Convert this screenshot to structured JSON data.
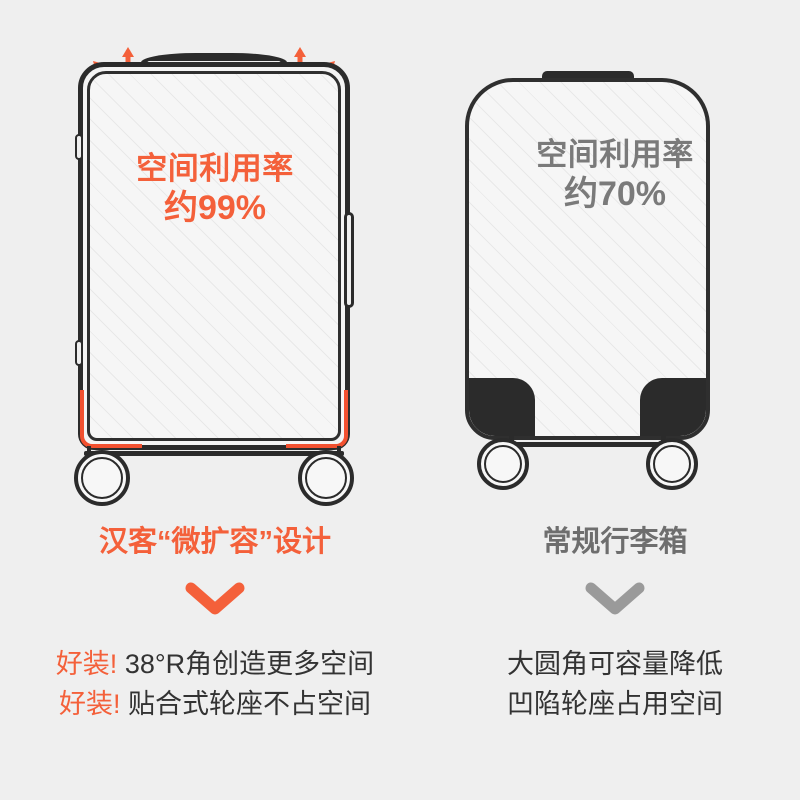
{
  "theme": {
    "background": "#efefef",
    "accent_orange": "#f4603a",
    "accent_red": "#f1502f",
    "dark": "#2b2b2b",
    "gray_text": "#6e6e6e",
    "body_text": "#333333"
  },
  "left": {
    "product_label_line1": "空间利用率",
    "product_label_line2": "约99%",
    "caption": "汉客“微扩容”设计",
    "chevron_icon": "chevron-down-icon",
    "bullets": [
      {
        "highlight": "好装!",
        "text": " 38°R角创造更多空间"
      },
      {
        "highlight": "好装!",
        "text": " 贴合式轮座不占空间"
      }
    ],
    "spark_icon": "sparkle-arc-icon"
  },
  "right": {
    "product_label_line1": "空间利用率",
    "product_label_line2": "约70%",
    "caption": "常规行李箱",
    "chevron_icon": "chevron-down-icon",
    "bullets": [
      {
        "highlight": "",
        "text": "大圆角可容量降低"
      },
      {
        "highlight": "",
        "text": "凹陷轮座占用空间"
      }
    ]
  },
  "chart_data": {
    "type": "bar",
    "title": "空间利用率",
    "categories": [
      "汉客“微扩容”设计",
      "常规行李箱"
    ],
    "values": [
      99,
      70
    ],
    "unit": "%",
    "xlabel": "",
    "ylabel": "空间利用率",
    "ylim": [
      0,
      100
    ]
  }
}
